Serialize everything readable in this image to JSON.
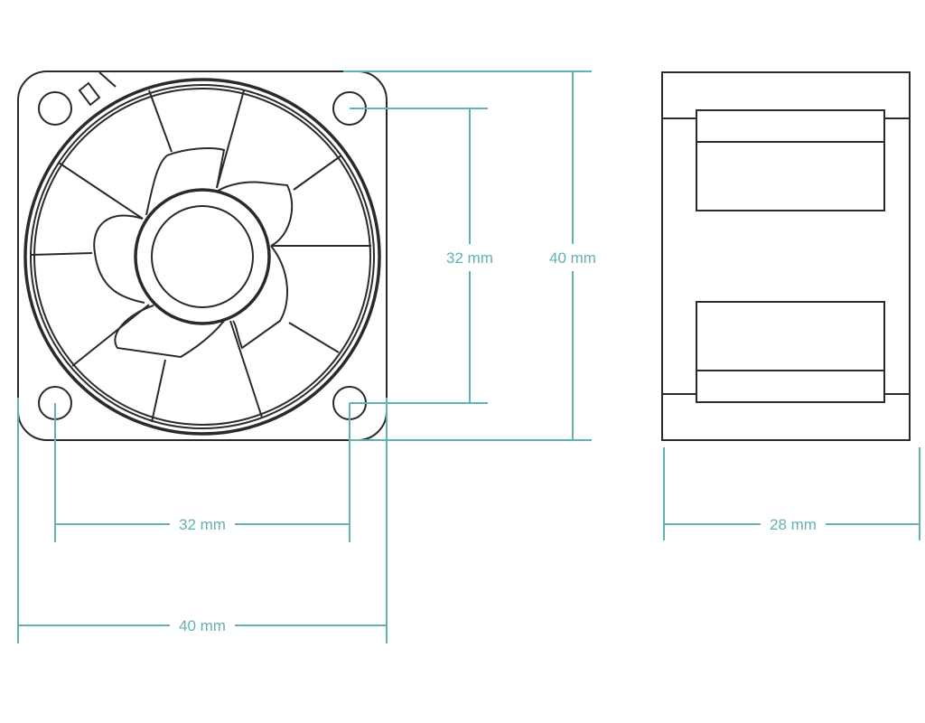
{
  "title": "40mm fan dimension drawing",
  "colors": {
    "dimension": "#62b2b1",
    "outline": "#2a2a2a"
  },
  "dimensions": {
    "front_hole_spacing_vertical": "32 mm",
    "front_height": "40 mm",
    "front_hole_spacing_horizontal": "32 mm",
    "front_width": "40 mm",
    "side_depth": "28 mm"
  }
}
